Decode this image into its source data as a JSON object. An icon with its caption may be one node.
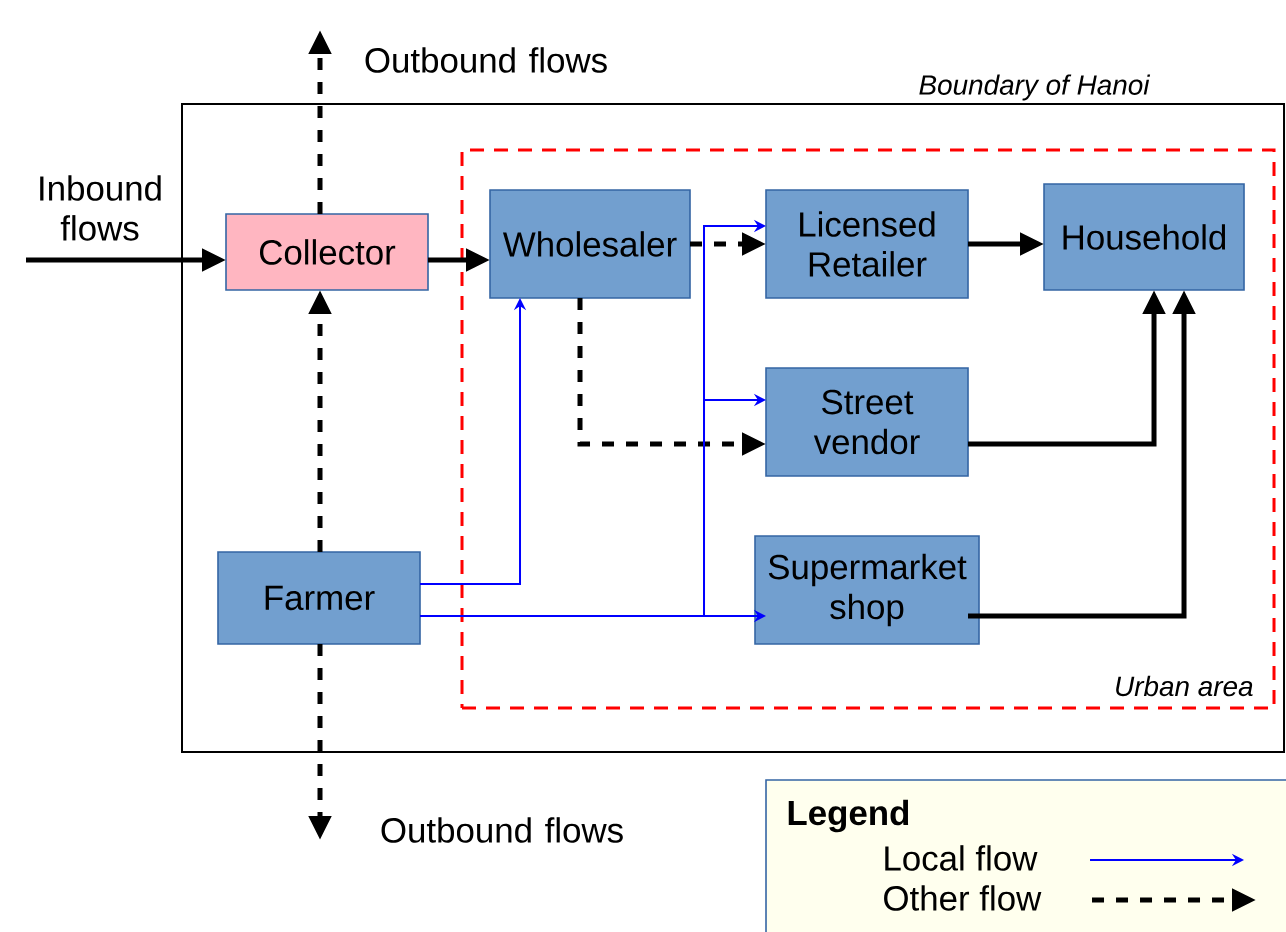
{
  "diagram": {
    "nodes": [
      {
        "text": [
          "Boundary of Hanoi"
        ]
      },
      {
        "text": [
          "Urban area"
        ],
        "in": 0
      },
      {
        "text": [
          "Collector"
        ],
        "in": 0
      },
      {
        "text": [
          "Wholesaler"
        ],
        "in": 1
      },
      {
        "text": [
          "Licensed Retailer"
        ],
        "in": 1
      },
      {
        "text": [
          "Household"
        ],
        "in": 1
      },
      {
        "text": [
          "Street vendor"
        ],
        "in": 1
      },
      {
        "text": [
          "Supermarket shop"
        ],
        "in": 1
      },
      {
        "text": [
          "Farmer"
        ],
        "in": 0
      }
    ],
    "edges": [
      {
        "from": null,
        "to": 2,
        "arrow": "to",
        "label": "Inbound flows"
      },
      {
        "from": 2,
        "to": null,
        "arrow": "to",
        "label": "Outbound flows",
        "style": "dashed"
      },
      {
        "from": 8,
        "to": 2,
        "arrow": "to",
        "style": "dashed"
      },
      {
        "from": 8,
        "to": null,
        "arrow": "to",
        "label": "Outbound flows",
        "style": "dashed"
      },
      {
        "from": 2,
        "to": 3,
        "arrow": "to"
      },
      {
        "from": 3,
        "to": 4,
        "arrow": "to",
        "style": "dashed"
      },
      {
        "from": 3,
        "to": 6,
        "arrow": "to",
        "style": "dashed"
      },
      {
        "from": 8,
        "to": 3,
        "arrow": "to",
        "color": "#0000ff"
      },
      {
        "from": 8,
        "to": 4,
        "arrow": "to",
        "color": "#0000ff"
      },
      {
        "from": 8,
        "to": 6,
        "arrow": "to",
        "color": "#0000ff"
      },
      {
        "from": 8,
        "to": 7,
        "arrow": "to",
        "color": "#0000ff"
      },
      {
        "from": 4,
        "to": 5,
        "arrow": "to"
      },
      {
        "from": 6,
        "to": 5,
        "arrow": "to"
      },
      {
        "from": 7,
        "to": 5,
        "arrow": "to"
      }
    ],
    "labels": [
      "Legend"
    ],
    "legend": [
      {
        "text": "Local flow"
      },
      {
        "text": "Other flow"
      }
    ]
  }
}
